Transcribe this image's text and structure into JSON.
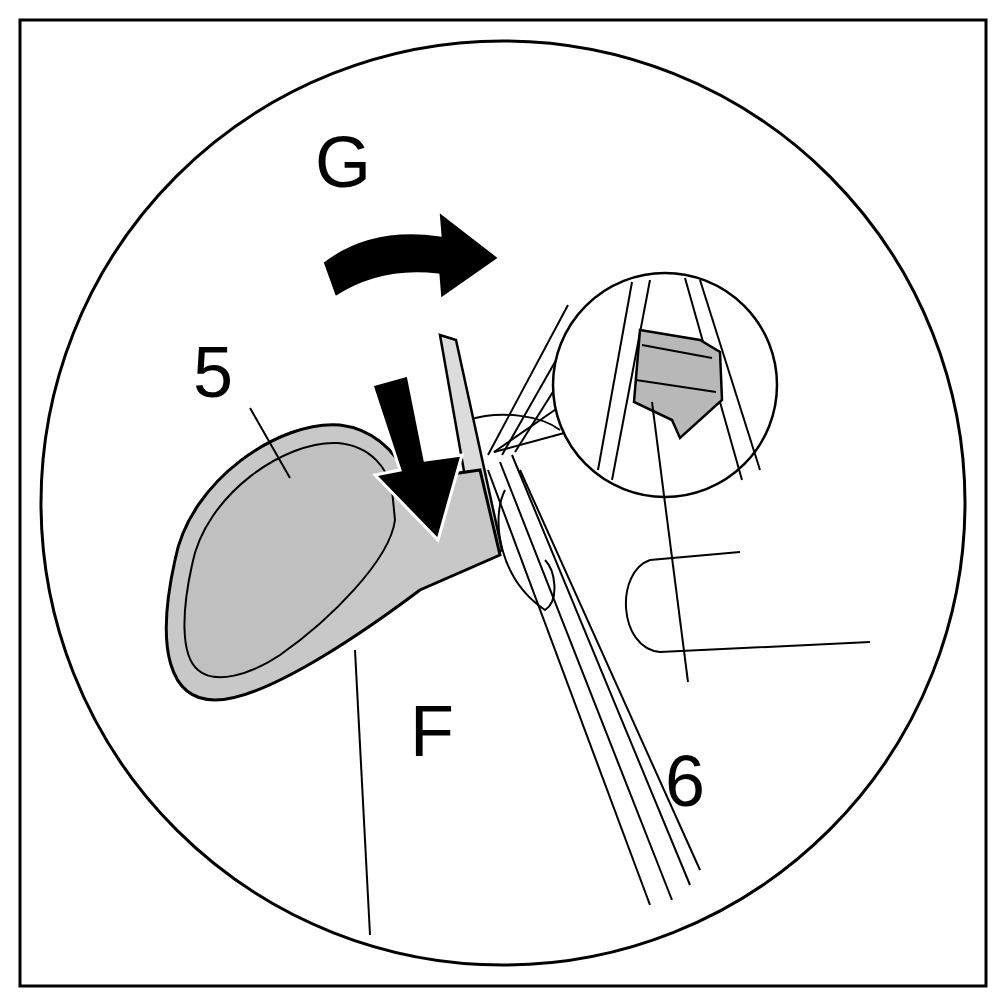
{
  "diagram": {
    "labels": [
      "G",
      "5",
      "F",
      "6"
    ]
  }
}
